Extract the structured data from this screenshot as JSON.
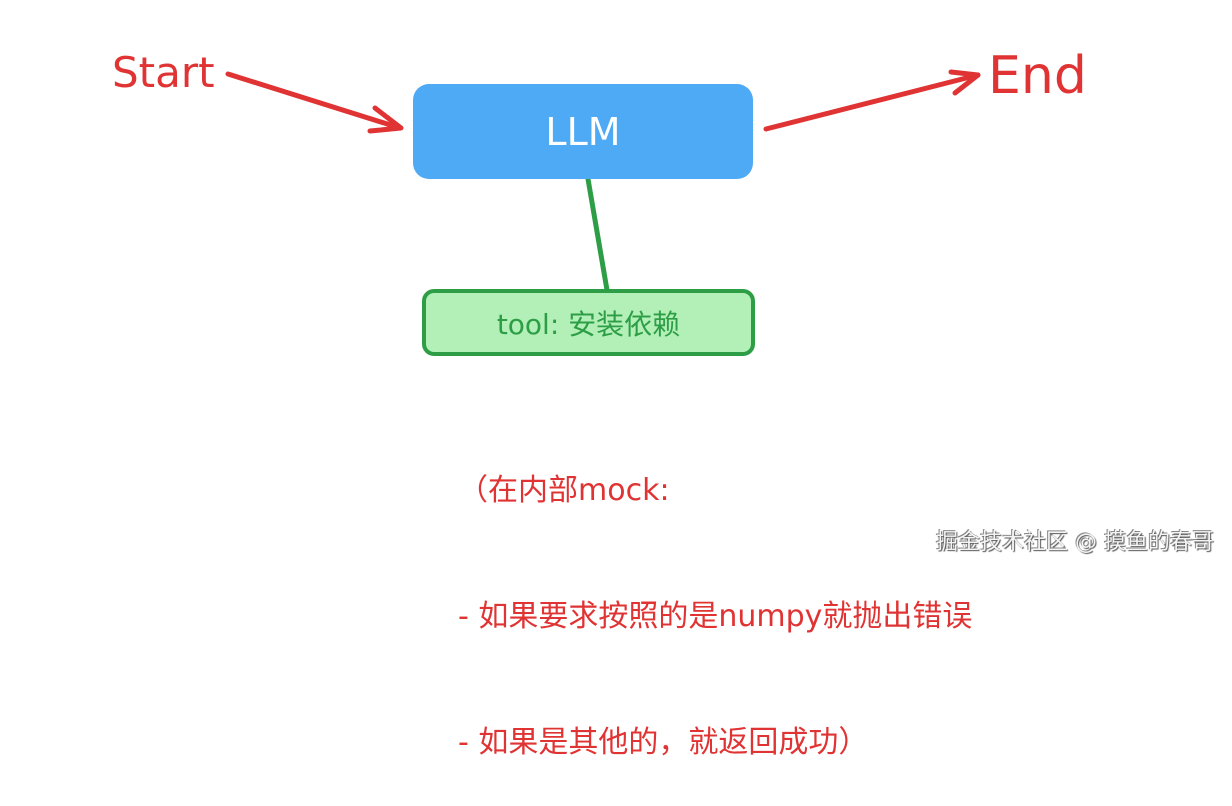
{
  "diagram": {
    "start_label": "Start",
    "end_label": "End",
    "llm_node_label": "LLM",
    "tool_node_label": "tool: 安装依赖",
    "note_lines": [
      "（在内部mock:",
      "- 如果要求按照的是numpy就抛出错误",
      "- 如果是其他的，就返回成功）"
    ],
    "edges": [
      {
        "from": "Start",
        "to": "LLM",
        "style": "arrow"
      },
      {
        "from": "LLM",
        "to": "End",
        "style": "arrow"
      },
      {
        "from": "LLM",
        "to": "tool: 安装依赖",
        "style": "line"
      }
    ],
    "colors": {
      "arrow_red": "#e03434",
      "llm_fill": "#4eaaf5",
      "tool_fill": "#b2f0b8",
      "tool_border": "#2e9e46"
    }
  },
  "watermark": "掘金技术社区 @ 摸鱼的春哥"
}
